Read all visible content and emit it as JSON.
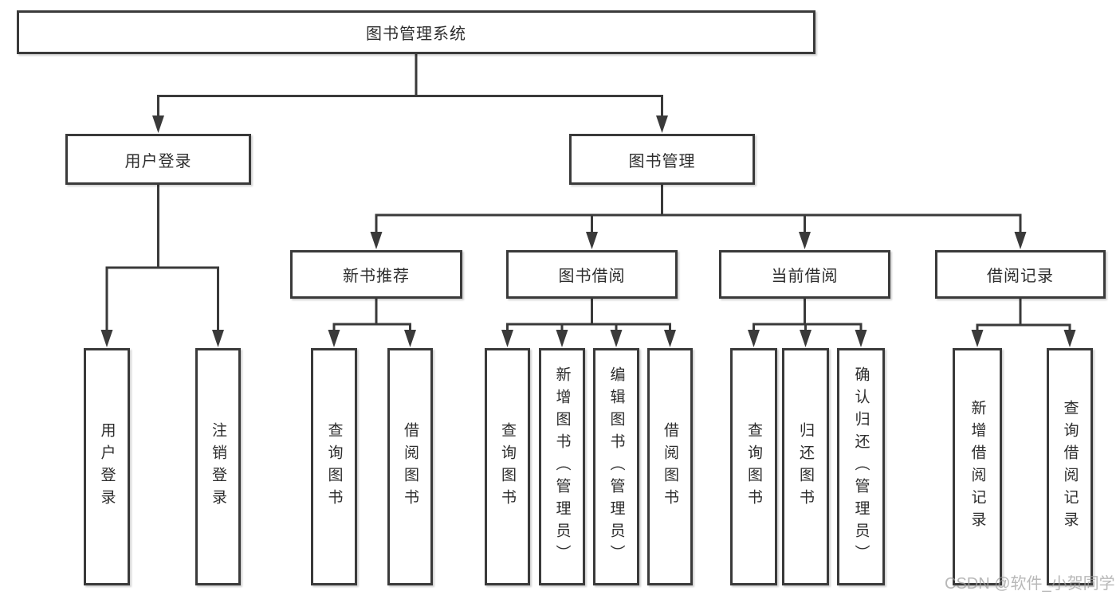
{
  "diagram_title": "图书管理系统",
  "tree": {
    "label": "图书管理系统",
    "children": [
      {
        "label": "用户登录",
        "children": [
          {
            "label": "用户登录"
          },
          {
            "label": "注销登录"
          }
        ]
      },
      {
        "label": "图书管理",
        "children": [
          {
            "label": "新书推荐",
            "children": [
              {
                "label": "查询图书"
              },
              {
                "label": "借阅图书"
              }
            ]
          },
          {
            "label": "图书借阅",
            "children": [
              {
                "label": "查询图书"
              },
              {
                "label": "新增图书（管理员）"
              },
              {
                "label": "编辑图书（管理员）"
              },
              {
                "label": "借阅图书"
              }
            ]
          },
          {
            "label": "当前借阅",
            "children": [
              {
                "label": "查询图书"
              },
              {
                "label": "归还图书"
              },
              {
                "label": "确认归还（管理员）"
              }
            ]
          },
          {
            "label": "借阅记录",
            "children": [
              {
                "label": "新增借阅记录"
              },
              {
                "label": "查询借阅记录"
              }
            ]
          }
        ]
      }
    ]
  },
  "watermark": {
    "text": "CSDN @软件_小贺同学"
  },
  "colors": {
    "line": "#3a3a3a",
    "box_border": "#3a3a3a",
    "text": "#2d2d2d",
    "watermark": "#a0a0a0",
    "background": "#ffffff"
  }
}
